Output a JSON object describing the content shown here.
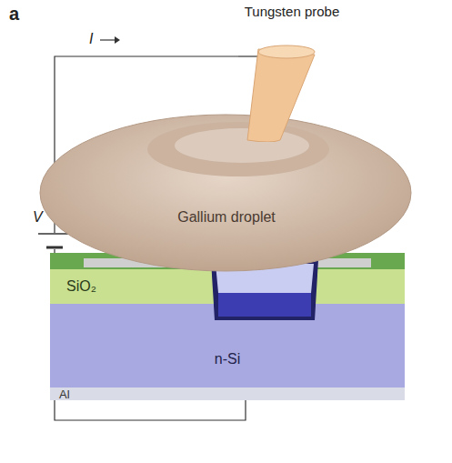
{
  "diagram": {
    "nodes": [
      {
        "text": [
          "Tungsten probe"
        ]
      },
      {
        "text": [
          "Gallium droplet"
        ]
      },
      {
        "text": [
          "SiO₂"
        ]
      },
      {
        "text": [
          "n-Si"
        ]
      },
      {
        "text": [
          "Al"
        ]
      }
    ],
    "edges": [
      {
        "from": 0,
        "to": 4,
        "arrow": "none"
      }
    ],
    "labels": [
      "a",
      "I",
      "V"
    ]
  }
}
